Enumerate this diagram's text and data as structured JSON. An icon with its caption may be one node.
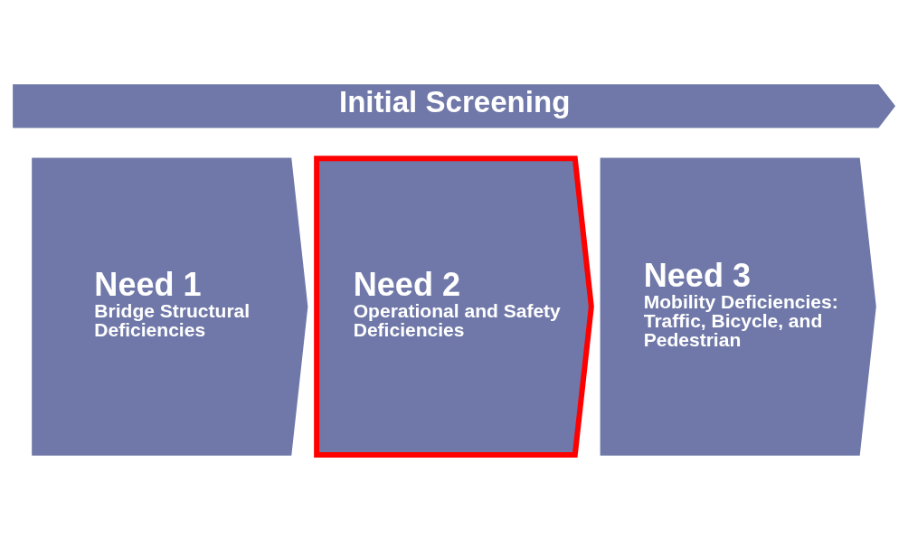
{
  "diagram": {
    "nodes": [
      {
        "text": [
          "Initial Screening"
        ]
      },
      {
        "text": [
          "Need 1",
          "Bridge Structural Deficiencies"
        ]
      },
      {
        "text": [
          "Need 2",
          "Operational and Safety Deficiencies"
        ]
      },
      {
        "text": [
          "Need 3",
          "Mobility Deficiencies: Traffic, Bicycle, and Pedestrian"
        ]
      }
    ],
    "edges": []
  }
}
